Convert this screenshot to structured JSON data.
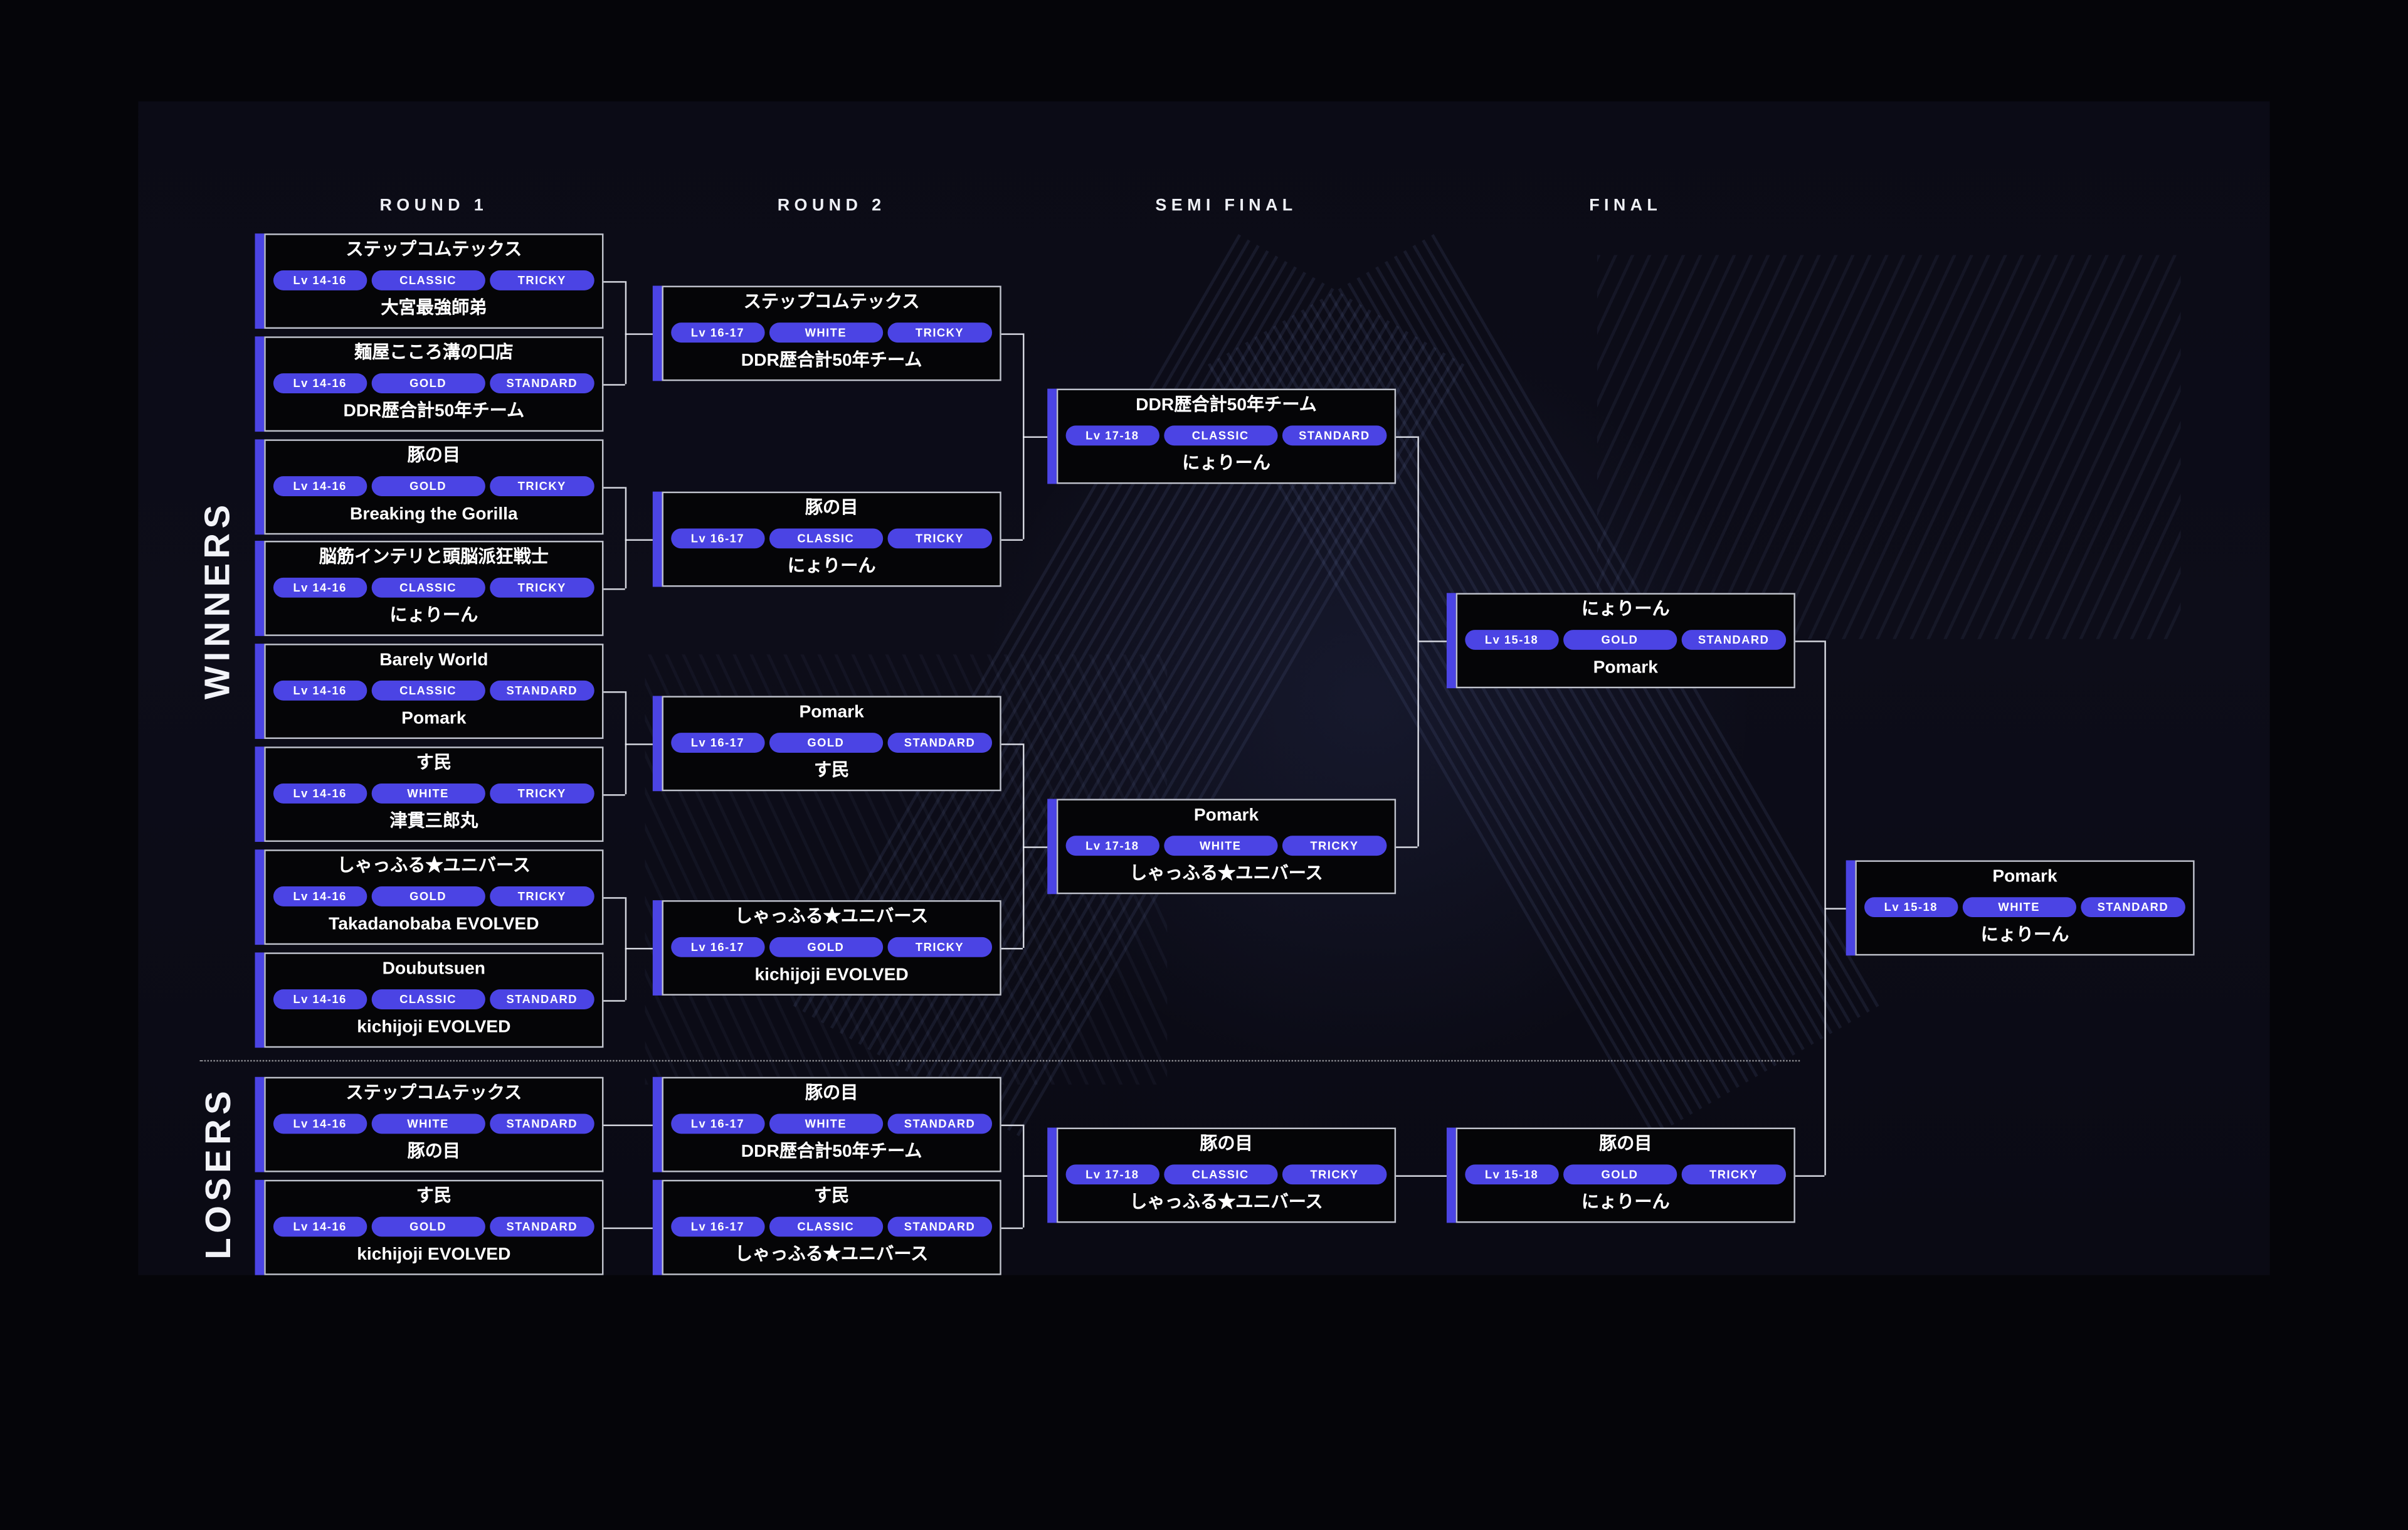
{
  "page": {
    "headers": [
      "ROUND 1",
      "ROUND 2",
      "SEMI FINAL",
      "FINAL"
    ],
    "winners_label": "WINNERS",
    "losers_label": "LOSERS"
  },
  "colors": {
    "accent": "#4b44e4",
    "panel": "#0c0c18",
    "background": "#050509"
  },
  "bracket": {
    "winners": {
      "round1": [
        {
          "top": "ステップコムテックス",
          "lv": "Lv 14-16",
          "chart": "CLASSIC",
          "diff": "TRICKY",
          "bottom": "大宮最強師弟"
        },
        {
          "top": "麺屋こころ溝の口店",
          "lv": "Lv 14-16",
          "chart": "GOLD",
          "diff": "STANDARD",
          "bottom": "DDR歴合計50年チーム"
        },
        {
          "top": "豚の目",
          "lv": "Lv 14-16",
          "chart": "GOLD",
          "diff": "TRICKY",
          "bottom": "Breaking the Gorilla"
        },
        {
          "top": "脳筋インテリと頭脳派狂戦士",
          "lv": "Lv 14-16",
          "chart": "CLASSIC",
          "diff": "TRICKY",
          "bottom": "にょりーん"
        },
        {
          "top": "Barely World",
          "lv": "Lv 14-16",
          "chart": "CLASSIC",
          "diff": "STANDARD",
          "bottom": "Pomark"
        },
        {
          "top": "す民",
          "lv": "Lv 14-16",
          "chart": "WHITE",
          "diff": "TRICKY",
          "bottom": "津貫三郎丸"
        },
        {
          "top": "しゃっふる★ユニバース",
          "lv": "Lv 14-16",
          "chart": "GOLD",
          "diff": "TRICKY",
          "bottom": "Takadanobaba EVOLVED"
        },
        {
          "top": "Doubutsuen",
          "lv": "Lv 14-16",
          "chart": "CLASSIC",
          "diff": "STANDARD",
          "bottom": "kichijoji EVOLVED"
        }
      ],
      "round2": [
        {
          "top": "ステップコムテックス",
          "lv": "Lv 16-17",
          "chart": "WHITE",
          "diff": "TRICKY",
          "bottom": "DDR歴合計50年チーム"
        },
        {
          "top": "豚の目",
          "lv": "Lv 16-17",
          "chart": "CLASSIC",
          "diff": "TRICKY",
          "bottom": "にょりーん"
        },
        {
          "top": "Pomark",
          "lv": "Lv 16-17",
          "chart": "GOLD",
          "diff": "STANDARD",
          "bottom": "す民"
        },
        {
          "top": "しゃっふる★ユニバース",
          "lv": "Lv 16-17",
          "chart": "GOLD",
          "diff": "TRICKY",
          "bottom": "kichijoji EVOLVED"
        }
      ],
      "semifinal": [
        {
          "top": "DDR歴合計50年チーム",
          "lv": "Lv 17-18",
          "chart": "CLASSIC",
          "diff": "STANDARD",
          "bottom": "にょりーん"
        },
        {
          "top": "Pomark",
          "lv": "Lv 17-18",
          "chart": "WHITE",
          "diff": "TRICKY",
          "bottom": "しゃっふる★ユニバース"
        }
      ],
      "final": [
        {
          "top": "にょりーん",
          "lv": "Lv 15-18",
          "chart": "GOLD",
          "diff": "STANDARD",
          "bottom": "Pomark"
        }
      ]
    },
    "losers": {
      "round1": [
        {
          "top": "ステップコムテックス",
          "lv": "Lv 14-16",
          "chart": "WHITE",
          "diff": "STANDARD",
          "bottom": "豚の目"
        },
        {
          "top": "す民",
          "lv": "Lv 14-16",
          "chart": "GOLD",
          "diff": "STANDARD",
          "bottom": "kichijoji EVOLVED"
        }
      ],
      "round2": [
        {
          "top": "豚の目",
          "lv": "Lv 16-17",
          "chart": "WHITE",
          "diff": "STANDARD",
          "bottom": "DDR歴合計50年チーム"
        },
        {
          "top": "す民",
          "lv": "Lv 16-17",
          "chart": "CLASSIC",
          "diff": "STANDARD",
          "bottom": "しゃっふる★ユニバース"
        }
      ],
      "semifinal": [
        {
          "top": "豚の目",
          "lv": "Lv 17-18",
          "chart": "CLASSIC",
          "diff": "TRICKY",
          "bottom": "しゃっふる★ユニバース"
        }
      ],
      "final": [
        {
          "top": "豚の目",
          "lv": "Lv 15-18",
          "chart": "GOLD",
          "diff": "TRICKY",
          "bottom": "にょりーん"
        }
      ]
    },
    "grand_final": [
      {
        "top": "Pomark",
        "lv": "Lv 15-18",
        "chart": "WHITE",
        "diff": "STANDARD",
        "bottom": "にょりーん"
      }
    ]
  }
}
